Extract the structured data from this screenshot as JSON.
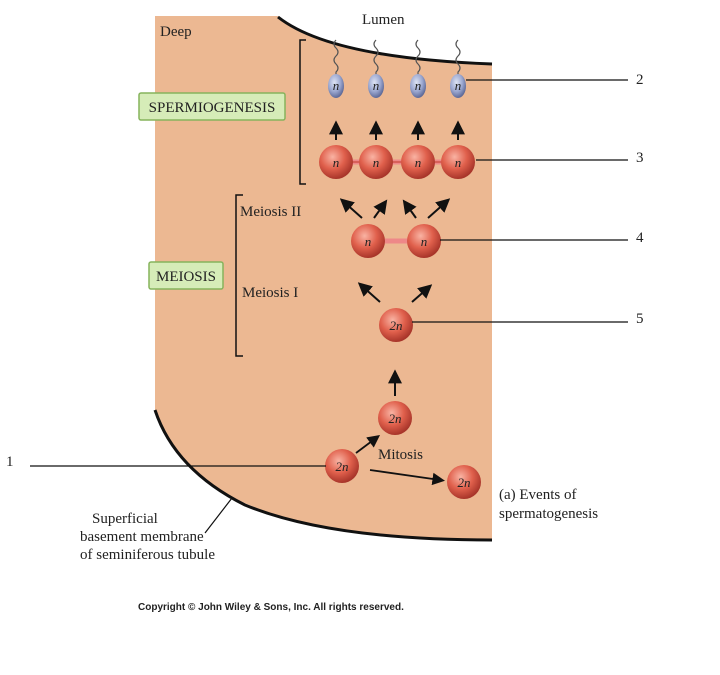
{
  "labels": {
    "deep": "Deep",
    "lumen": "Lumen",
    "spermiogenesis": "SPERMIOGENESIS",
    "meiosis": "MEIOSIS",
    "meiosis_ii": "Meiosis II",
    "meiosis_i": "Meiosis I",
    "mitosis": "Mitosis",
    "basement_line1": "Superficial",
    "basement_line2": "basement membrane",
    "basement_line3": "of seminiferous tubule",
    "caption_line1": "(a) Events of",
    "caption_line2": "spermatogenesis",
    "copyright": "Copyright © John Wiley & Sons, Inc. All rights reserved."
  },
  "cell_labels": {
    "haploid": "n",
    "diploid": "2n"
  },
  "callouts": [
    "1",
    "2",
    "3",
    "4",
    "5"
  ],
  "colors": {
    "tissue": "#ecb892",
    "cell": "#e0604c",
    "spermatid": "#9aa6cf",
    "label_box": "#d6ecb8",
    "label_box_border": "#86b35c"
  }
}
